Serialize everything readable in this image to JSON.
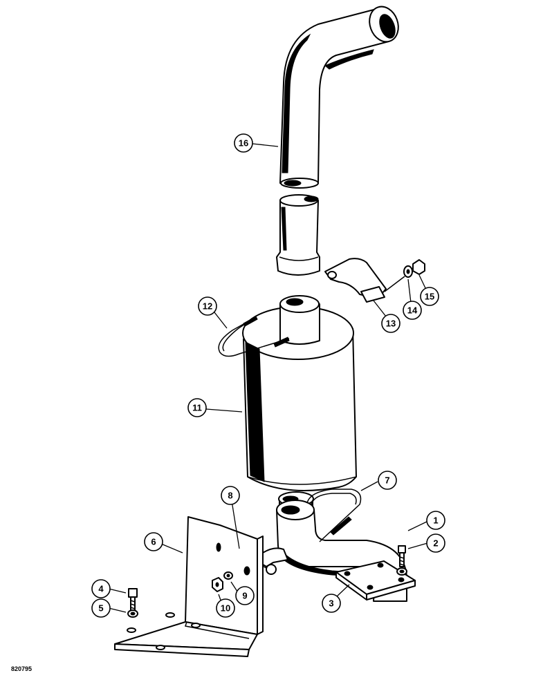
{
  "figure_id": "820795",
  "colors": {
    "line": "#000000",
    "background": "#ffffff"
  },
  "callouts": [
    {
      "id": "callout-1",
      "label": "1",
      "part": "bolt"
    },
    {
      "id": "callout-2",
      "label": "2",
      "part": "lock-washer"
    },
    {
      "id": "callout-3",
      "label": "3",
      "part": "elbow-pipe"
    },
    {
      "id": "callout-4",
      "label": "4",
      "part": "bolt"
    },
    {
      "id": "callout-5",
      "label": "5",
      "part": "lock-washer"
    },
    {
      "id": "callout-6",
      "label": "6",
      "part": "mounting-bracket"
    },
    {
      "id": "callout-7",
      "label": "7",
      "part": "u-bolt"
    },
    {
      "id": "callout-8",
      "label": "8",
      "part": "clamp-saddle"
    },
    {
      "id": "callout-9",
      "label": "9",
      "part": "lock-washer"
    },
    {
      "id": "callout-10",
      "label": "10",
      "part": "nut"
    },
    {
      "id": "callout-11",
      "label": "11",
      "part": "muffler"
    },
    {
      "id": "callout-12",
      "label": "12",
      "part": "u-bolt"
    },
    {
      "id": "callout-13",
      "label": "13",
      "part": "clamp-saddle"
    },
    {
      "id": "callout-14",
      "label": "14",
      "part": "lock-washer"
    },
    {
      "id": "callout-15",
      "label": "15",
      "part": "nut"
    },
    {
      "id": "callout-16",
      "label": "16",
      "part": "exhaust-pipe"
    }
  ]
}
